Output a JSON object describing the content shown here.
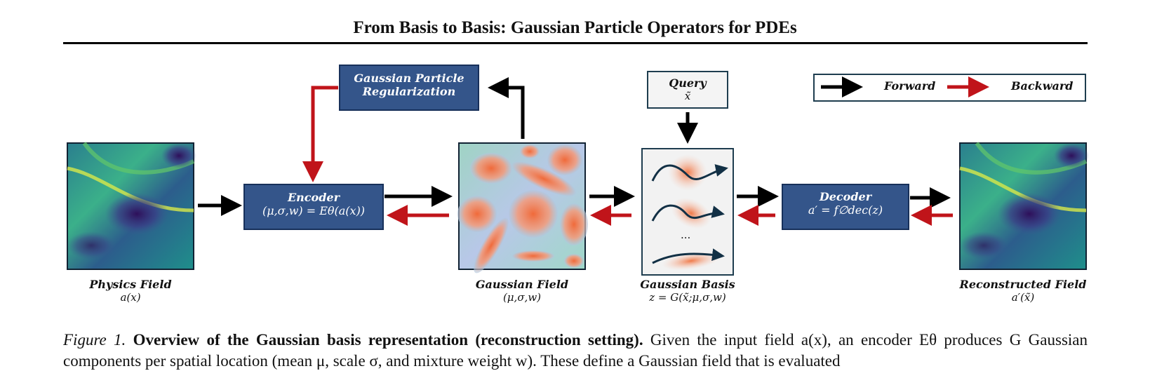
{
  "header": {
    "running_title": "From Basis to Basis: Gaussian Particle Operators for PDEs"
  },
  "legend": {
    "forward": "Forward",
    "backward": "Backward",
    "forward_color": "#000000",
    "backward_color": "#c0141a"
  },
  "reg_box": {
    "line1": "Gaussian Particle",
    "line2": "Regularization"
  },
  "encoder": {
    "title": "Encoder",
    "formula": "(μ,σ,w) = Eθ(a(x))"
  },
  "decoder": {
    "title": "Decoder",
    "formula": "a′ = f∅dec(z)"
  },
  "query": {
    "title": "Query",
    "symbol": "x̃"
  },
  "basis_panel": {
    "ellipsis": "..."
  },
  "panels": {
    "physics": {
      "label": "Physics Field",
      "math": "a(x)"
    },
    "gaussian_field": {
      "label": "Gaussian Field",
      "math": "(μ,σ,w)"
    },
    "gaussian_basis": {
      "label": "Gaussian Basis",
      "math": "z = G(x̃;μ,σ,w)"
    },
    "reconstructed": {
      "label": "Reconstructed Field",
      "math": "a′(x̃)"
    }
  },
  "caption": {
    "fig_label": "Figure 1.",
    "bold": "Overview of the Gaussian basis representation (reconstruction setting).",
    "text": "Given the input field a(x), an encoder Eθ produces G Gaussian components per spatial location (mean μ, scale σ, and mixture weight w). These define a Gaussian field that is evaluated"
  },
  "colors": {
    "box_fill": "#34558a",
    "box_border": "#17305a",
    "particle": "#f08050"
  }
}
